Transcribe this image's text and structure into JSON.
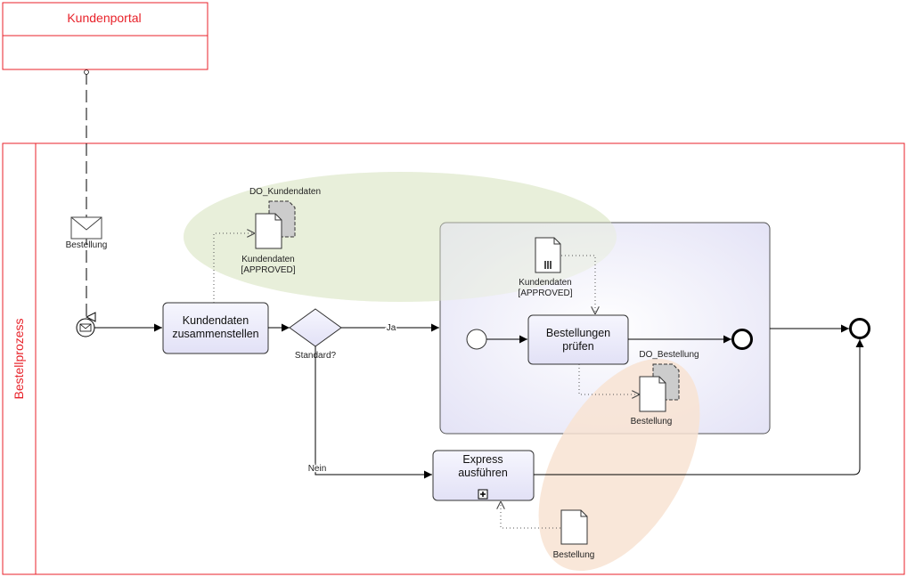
{
  "pools": {
    "top_name": "Kundenportal",
    "main_name": "Bestellprozess"
  },
  "message": {
    "label": "Bestellung"
  },
  "tasks": {
    "kundendaten": [
      "Kundendaten",
      "zusammenstellen"
    ],
    "pruefen": [
      "Bestellungen",
      "prüfen"
    ],
    "express": [
      "Express",
      "ausführen"
    ]
  },
  "gateway": {
    "label": "Standard?",
    "yes_label": "Ja",
    "no_label": "Nein"
  },
  "data_objects": {
    "do_kundendaten": {
      "title": "DO_Kundendaten",
      "lines": [
        "Kundendaten",
        "[APPROVED]"
      ]
    },
    "sub_kundendaten": {
      "lines": [
        "Kundendaten",
        "[APPROVED]"
      ]
    },
    "do_bestellung": {
      "title": "DO_Bestellung",
      "lines": [
        "Bestellung"
      ]
    },
    "bestellung_bottom": {
      "lines": [
        "Bestellung"
      ]
    }
  },
  "colors": {
    "pool_border": "#e8222a",
    "task_fill": "#ecebfb",
    "green_highlight": "#e6eed7",
    "orange_highlight": "#f8e6d8"
  },
  "icons": [
    "envelope-icon",
    "document-icon",
    "collection-document-icon",
    "subprocess-plus-icon"
  ]
}
